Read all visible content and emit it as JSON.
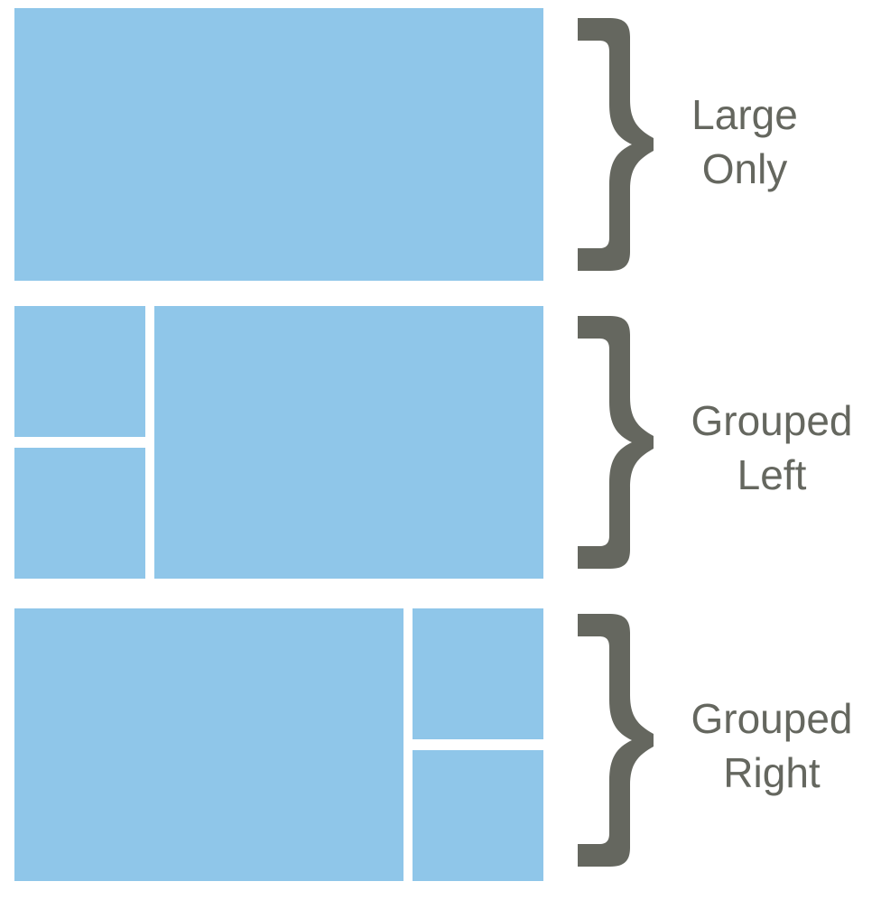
{
  "colors": {
    "tile": "#8fc6e9",
    "brace": "#65675f",
    "label": "#65675f",
    "background": "#ffffff"
  },
  "layouts": [
    {
      "id": "large-only",
      "label_line1": "Large",
      "label_line2": "Only"
    },
    {
      "id": "grouped-left",
      "label_line1": "Grouped",
      "label_line2": "Left"
    },
    {
      "id": "grouped-right",
      "label_line1": "Grouped",
      "label_line2": "Right"
    }
  ]
}
